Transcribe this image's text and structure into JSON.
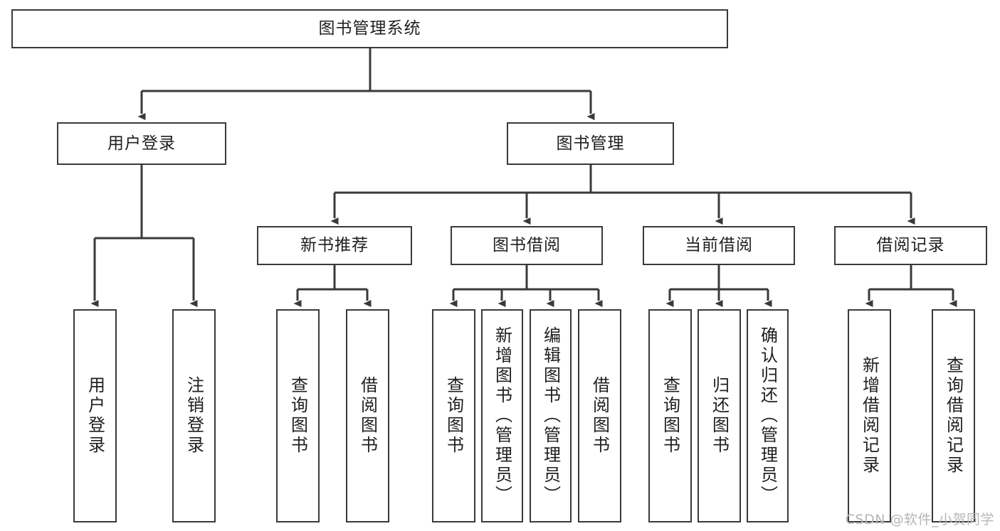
{
  "diagram": {
    "title": "图书管理系统",
    "type": "tree-hierarchy-diagram",
    "watermark": "CSDN @软件_小贺同学",
    "colors": {
      "background": "#ffffff",
      "box_border": "#3a3a3a",
      "connector": "#3a3a3a",
      "text": "#1f1f1f",
      "watermark": "#b6b6b6"
    },
    "root": {
      "id": "root",
      "label": "图书管理系统"
    },
    "level2": [
      {
        "id": "user-login",
        "label": "用户登录"
      },
      {
        "id": "book-manage",
        "label": "图书管理"
      }
    ],
    "level3": [
      {
        "id": "new-book-recommend",
        "label": "新书推荐",
        "parent": "book-manage"
      },
      {
        "id": "book-borrow",
        "label": "图书借阅",
        "parent": "book-manage"
      },
      {
        "id": "current-borrow",
        "label": "当前借阅",
        "parent": "book-manage"
      },
      {
        "id": "borrow-record",
        "label": "借阅记录",
        "parent": "book-manage"
      }
    ],
    "leaves": [
      {
        "id": "leaf-user-login",
        "label": "用户登录",
        "parent": "user-login"
      },
      {
        "id": "leaf-user-logout",
        "label": "注销登录",
        "parent": "user-login"
      },
      {
        "id": "leaf-query-book-1",
        "label": "查询图书",
        "parent": "new-book-recommend"
      },
      {
        "id": "leaf-borrow-book-1",
        "label": "借阅图书",
        "parent": "new-book-recommend"
      },
      {
        "id": "leaf-query-book-2",
        "label": "查询图书",
        "parent": "book-borrow"
      },
      {
        "id": "leaf-add-book",
        "label": "新增图书（管理员）",
        "parent": "book-borrow"
      },
      {
        "id": "leaf-edit-book",
        "label": "编辑图书（管理员）",
        "parent": "book-borrow"
      },
      {
        "id": "leaf-borrow-book-2",
        "label": "借阅图书",
        "parent": "book-borrow"
      },
      {
        "id": "leaf-query-book-3",
        "label": "查询图书",
        "parent": "current-borrow"
      },
      {
        "id": "leaf-return-book",
        "label": "归还图书",
        "parent": "current-borrow"
      },
      {
        "id": "leaf-confirm-return",
        "label": "确认归还（管理员）",
        "parent": "current-borrow"
      },
      {
        "id": "leaf-add-record",
        "label": "新增借阅记录",
        "parent": "borrow-record"
      },
      {
        "id": "leaf-query-record",
        "label": "查询借阅记录",
        "parent": "borrow-record"
      }
    ]
  }
}
